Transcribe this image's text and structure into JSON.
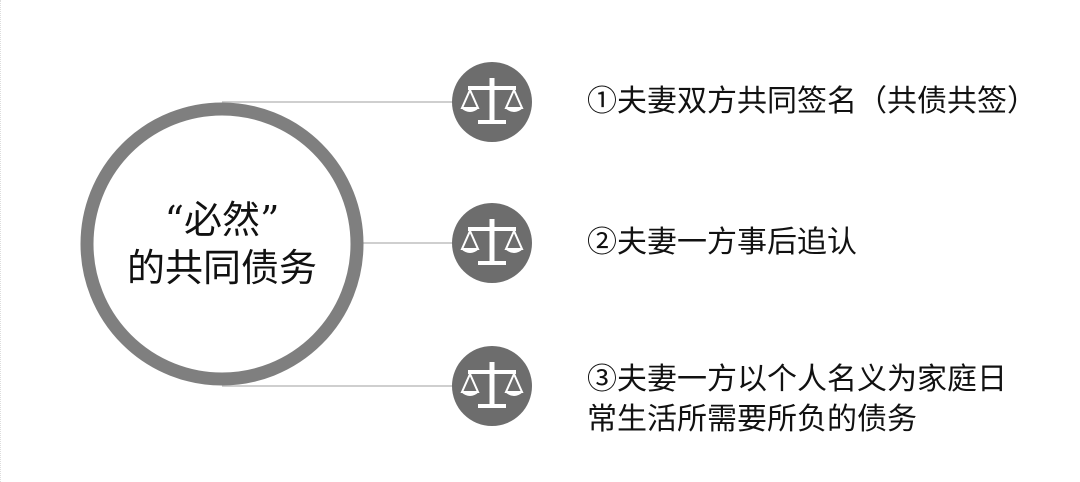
{
  "center": {
    "line1": "“必然”",
    "line2": "的共同债务"
  },
  "items": [
    {
      "icon": "scale-icon",
      "text": "①夫妻双方共同签名（共债共签）"
    },
    {
      "icon": "scale-icon",
      "text": "②夫妻一方事后追认"
    },
    {
      "icon": "scale-icon",
      "text": "③夫妻一方以个人名义为家庭日",
      "text2": "常生活所需要所负的债务"
    }
  ],
  "colors": {
    "ring": "#7f7f7f",
    "icon_bg": "#6d6d6d",
    "line": "#bfbfbf"
  }
}
